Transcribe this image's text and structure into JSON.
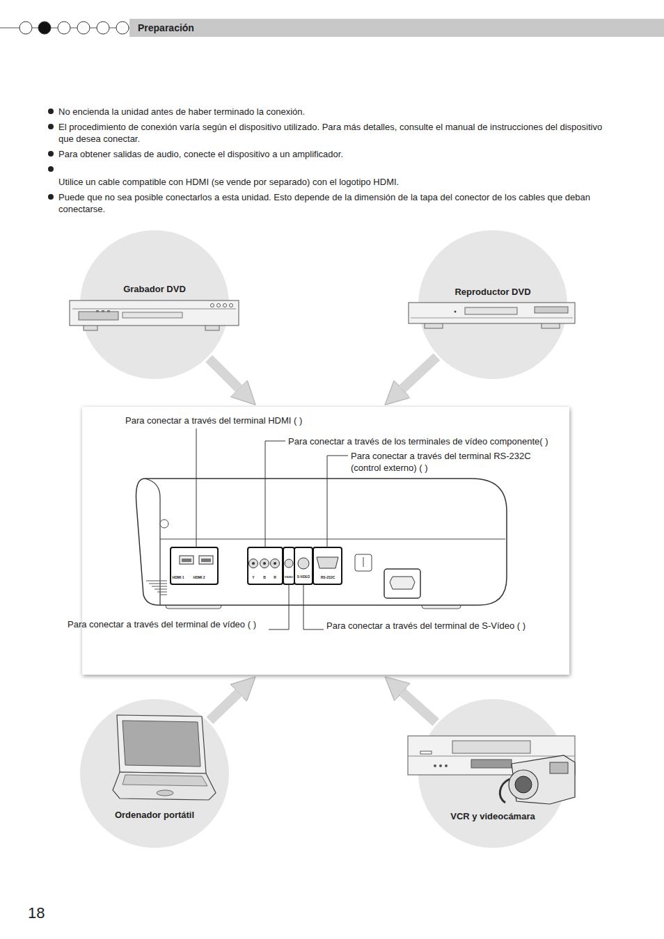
{
  "diagram": {
    "nodes": [
      {
        "text": [
          "Grabador DVD"
        ]
      },
      {
        "text": [
          "Reproductor DVD"
        ]
      },
      {
        "text": [
          "Para conectar a través del terminal HDMI ( )",
          "Para conectar a través de los terminales de vídeo componente( )",
          "Para conectar a través del terminal RS-232C (control externo) ( )",
          "Para conectar a través del terminal de vídeo ( )",
          "Para conectar a través del terminal de S-Vídeo ( )"
        ]
      },
      {
        "text": [
          "Ordenador portátil"
        ]
      },
      {
        "text": [
          "VCR y videocámara"
        ]
      }
    ],
    "edges": [
      {
        "from": 0,
        "to": 2,
        "arrow": "to"
      },
      {
        "from": 1,
        "to": 2,
        "arrow": "to"
      },
      {
        "from": 3,
        "to": 2,
        "arrow": "to"
      },
      {
        "from": 4,
        "to": 2,
        "arrow": "to"
      }
    ],
    "labels": [
      "Preparación",
      "No encienda la unidad antes de haber terminado la conexión.",
      "El procedimiento de conexión varía según el dispositivo utilizado. Para más detalles, consulte el manual de instrucciones del dispositivo que desea conectar.",
      "Para obtener salidas de audio, conecte el dispositivo a un amplificador.",
      "Utilice un cable compatible con HDMI (se vende por separado) con el logotipo HDMI.",
      "Puede que no sea posible conectarlos a esta unidad. Esto depende de la dimensión de la tapa del conector de los cables que deban conectarse.",
      "HDMI 1",
      "HDMI 2",
      "Y",
      "B",
      "R",
      "VIDEO",
      "S-VIDEO",
      "RS-232C",
      "18"
    ]
  }
}
